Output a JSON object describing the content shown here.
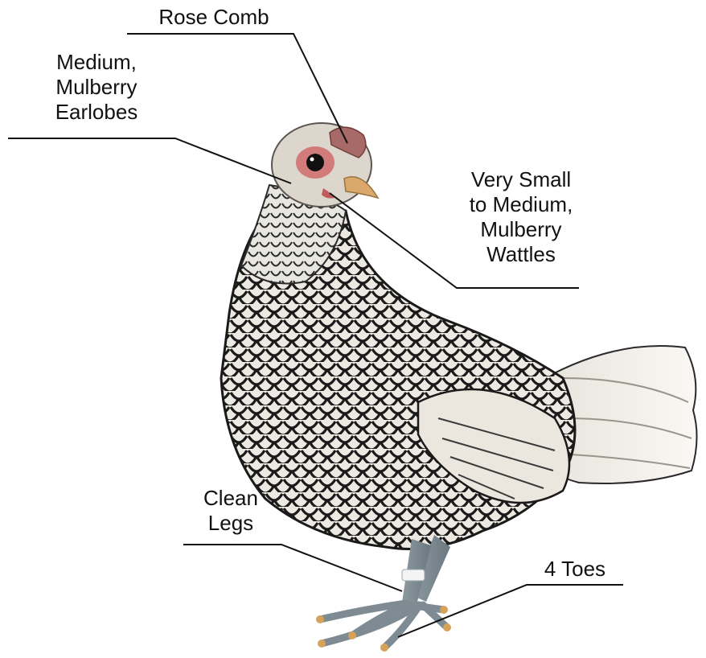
{
  "diagram": {
    "labels": {
      "comb": [
        "Rose Comb"
      ],
      "earlobes": [
        "Medium,",
        "Mulberry",
        "Earlobes"
      ],
      "wattles": [
        "Very Small",
        "to Medium,",
        "Mulberry",
        "Wattles"
      ],
      "legs": [
        "Clean",
        "Legs"
      ],
      "toes": [
        "4 Toes"
      ]
    },
    "colors": {
      "text": "#111111",
      "leader_line": "#111111",
      "feather_light": "#f2efe8",
      "feather_lace": "#1a1a1a",
      "leg": "#7f8b93",
      "beak": "#d9a86a",
      "face": "#d27b7b"
    }
  }
}
